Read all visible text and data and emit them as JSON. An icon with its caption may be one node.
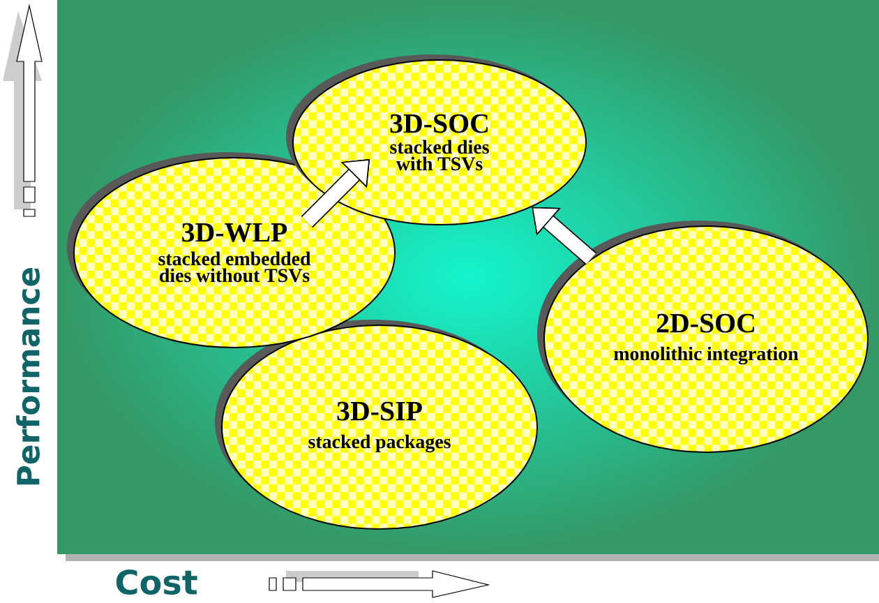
{
  "diagram": {
    "nodes": [
      {
        "text": [
          "3D-SOC",
          "stacked dies with TSVs"
        ]
      },
      {
        "text": [
          "3D-WLP",
          "stacked embedded dies without TSVs"
        ]
      },
      {
        "text": [
          "3D-SIP",
          "stacked packages"
        ]
      },
      {
        "text": [
          "2D-SOC",
          "monolithic integration"
        ]
      }
    ],
    "edges": [
      {
        "from": 1,
        "to": 0,
        "arrow": "to"
      },
      {
        "from": 3,
        "to": 0,
        "arrow": "to"
      }
    ],
    "labels": [
      "Performance",
      "Cost"
    ]
  }
}
